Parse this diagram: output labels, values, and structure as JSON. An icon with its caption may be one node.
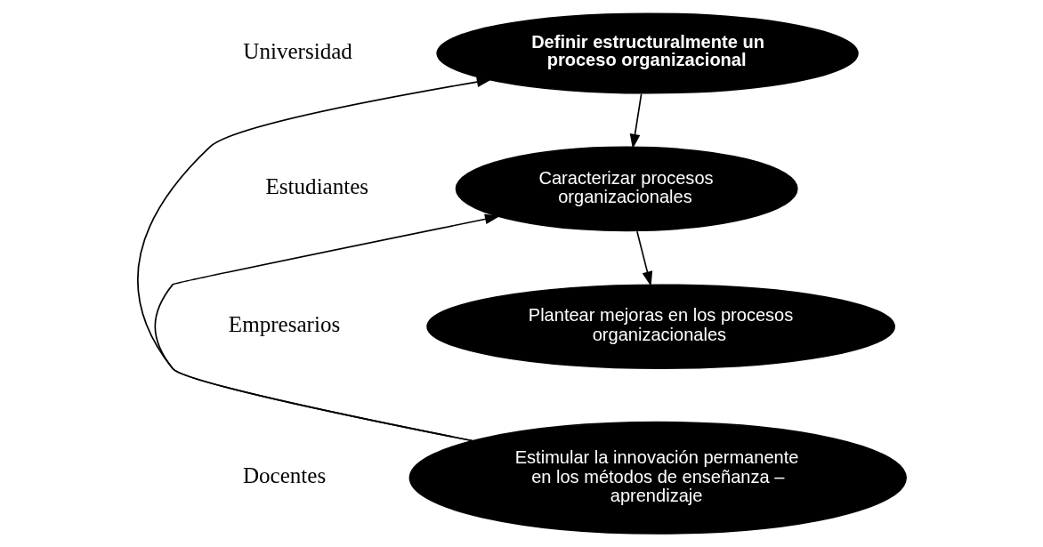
{
  "diagram": {
    "nodes": [
      {
        "text": [
          "Definir estructuralmente un proceso organizacional"
        ]
      },
      {
        "text": [
          "Caracterizar procesos organizacionales"
        ]
      },
      {
        "text": [
          "Plantear mejoras en los procesos organizacionales"
        ]
      },
      {
        "text": [
          "Estimular la innovación permanente en los métodos de enseñanza – aprendizaje"
        ]
      }
    ],
    "edges": [
      {
        "from": 0,
        "to": 1,
        "arrow": "to"
      },
      {
        "from": 1,
        "to": 2,
        "arrow": "to"
      },
      {
        "from": 3,
        "to": 0,
        "arrow": "to"
      },
      {
        "from": 3,
        "to": 1,
        "arrow": "to"
      }
    ],
    "labels": [
      "Universidad",
      "Estudiantes",
      "Empresarios",
      "Docentes"
    ]
  }
}
